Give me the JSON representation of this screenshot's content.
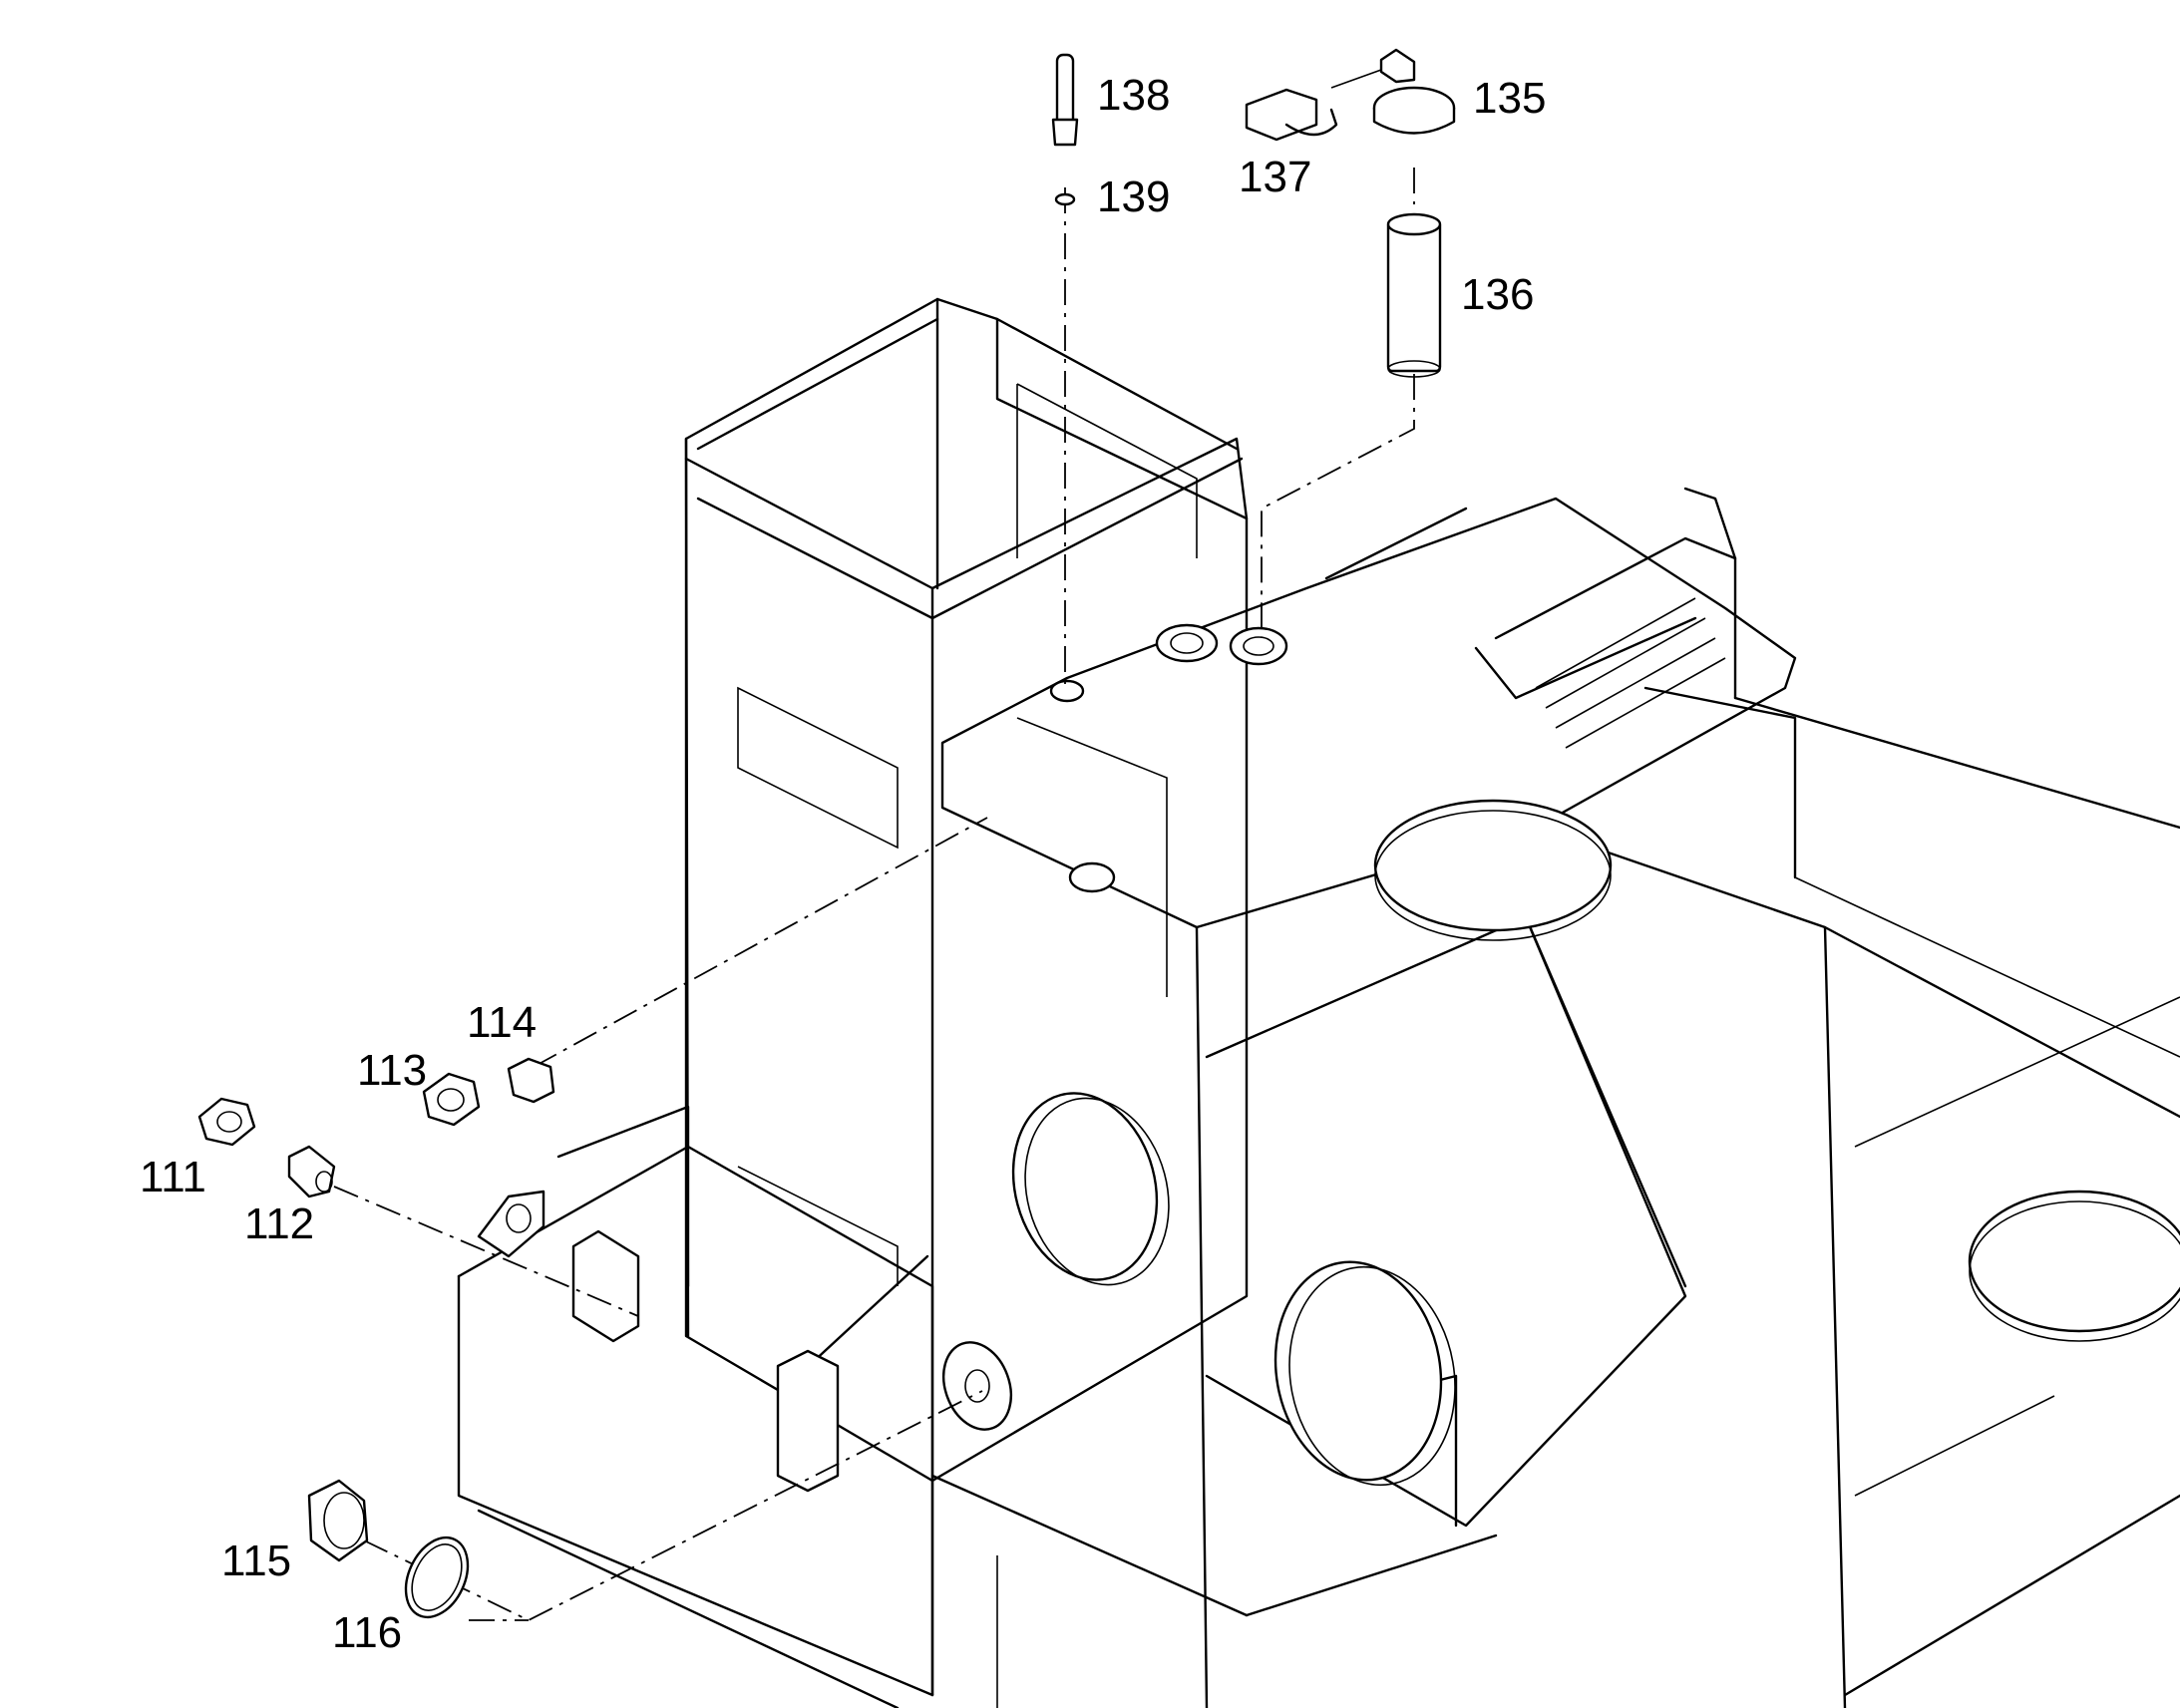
{
  "figure": {
    "callouts": [
      {
        "id": "111",
        "text": "111"
      },
      {
        "id": "112",
        "text": "112"
      },
      {
        "id": "113",
        "text": "113"
      },
      {
        "id": "114",
        "text": "114"
      },
      {
        "id": "115",
        "text": "115"
      },
      {
        "id": "116",
        "text": "116"
      },
      {
        "id": "135",
        "text": "135"
      },
      {
        "id": "136",
        "text": "136"
      },
      {
        "id": "137",
        "text": "137"
      },
      {
        "id": "138",
        "text": "138"
      },
      {
        "id": "139",
        "text": "139"
      }
    ]
  },
  "colors": {
    "line": "#000000",
    "background": "#ffffff"
  }
}
